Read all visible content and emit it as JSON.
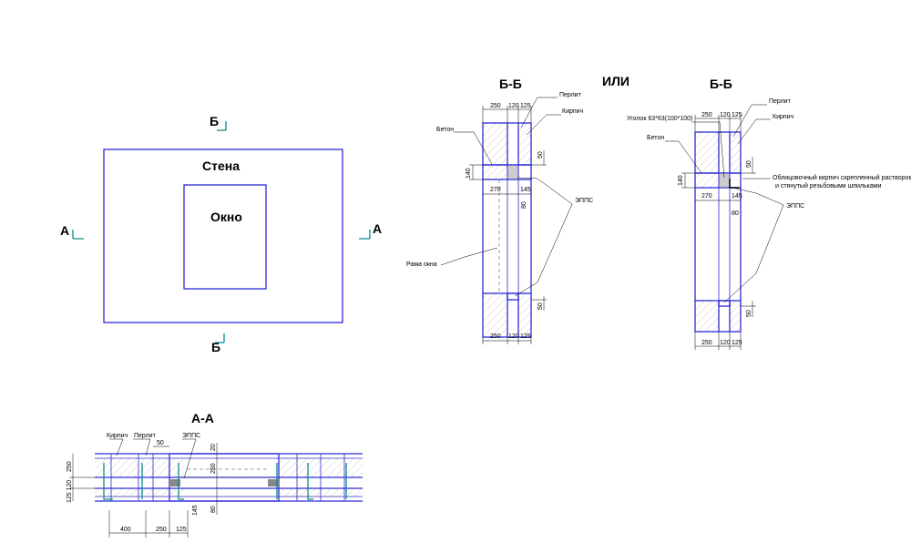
{
  "plan": {
    "wall_label": "Стена",
    "window_label": "Окно",
    "section_a_left": "А",
    "section_a_right": "А",
    "section_b_top": "Б",
    "section_b_bottom": "Б"
  },
  "or_label": "ИЛИ",
  "section_bb_1": {
    "title": "Б-Б",
    "dims": {
      "w250": "250",
      "w120": "120",
      "w125": "125",
      "h140": "140",
      "w270": "270",
      "w145": "145",
      "d50a": "50",
      "d80": "80",
      "d50b": "50",
      "b250": "250",
      "b120": "120",
      "b125": "125"
    },
    "labels": {
      "perlite": "Перлит",
      "brick": "Кирпич",
      "concrete": "Бетон",
      "epps": "ЭППС",
      "window_frame": "Рама окна"
    }
  },
  "section_bb_2": {
    "title": "Б-Б",
    "dims": {
      "w250": "250",
      "w120": "120",
      "w125": "125",
      "h140": "140",
      "w270": "270",
      "w145": "145",
      "d50a": "50",
      "d80": "80",
      "d50b": "50",
      "b250": "250",
      "b120": "120",
      "b125": "125"
    },
    "labels": {
      "perlite": "Перлит",
      "brick": "Кирпич",
      "angle": "Уголок 63*63(100*100)",
      "concrete": "Бетон",
      "facing_1": "Облицовочный кирпич скрепленный раствором",
      "facing_2": "и стянутый резьбовыми шпильками",
      "epps": "ЭППС"
    }
  },
  "section_aa": {
    "title": "А-А",
    "dims": {
      "d50": "50",
      "d20": "20",
      "d250a": "250",
      "v250": "250",
      "v125_120": "125 120",
      "d145": "145",
      "d80": "80",
      "d400": "400",
      "d250b": "250",
      "d125": "125"
    },
    "labels": {
      "brick": "Кирпич",
      "perlite": "Перлит",
      "epps": "ЭППС"
    }
  },
  "colors": {
    "line": "#2b2bd6",
    "section_mark": "#0a8a8a"
  }
}
